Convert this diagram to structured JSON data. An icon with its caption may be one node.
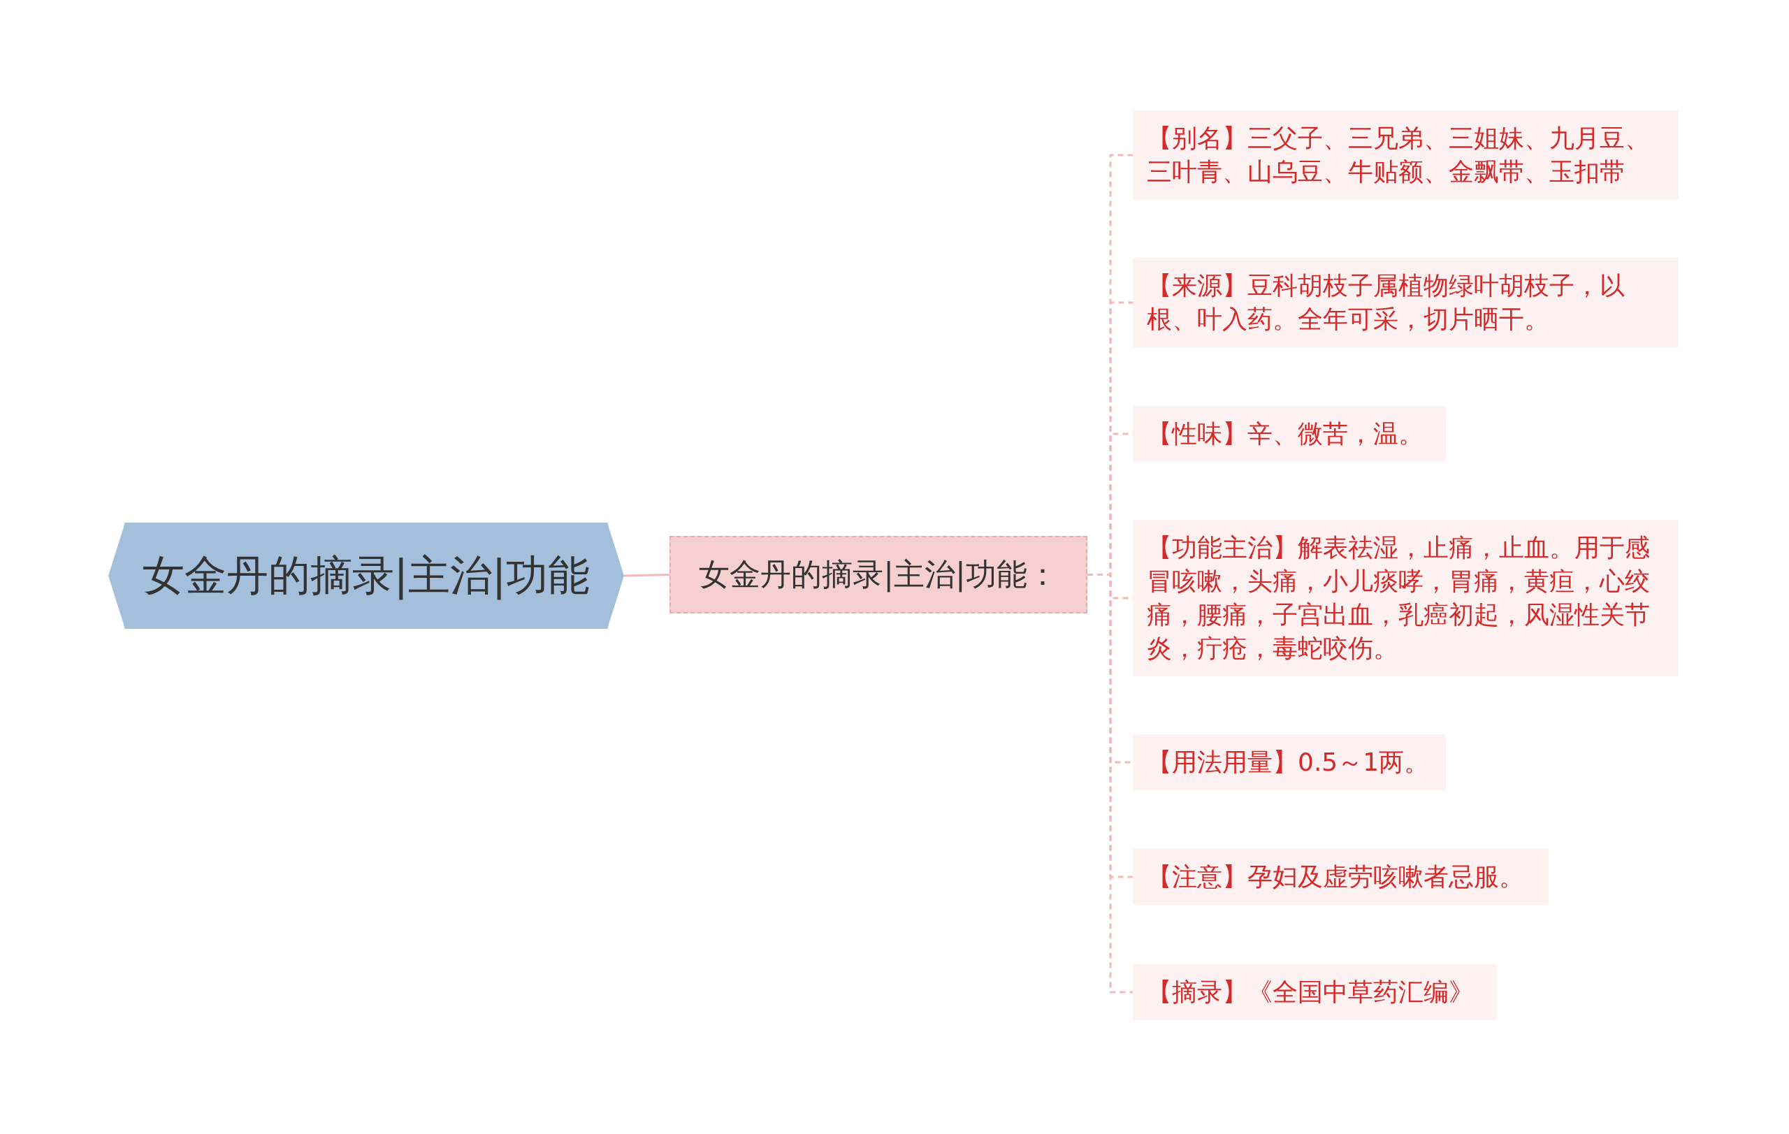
{
  "diagram": {
    "nodes": [
      {
        "text": [
          "女金丹的摘录|主治|功能"
        ]
      },
      {
        "text": [
          "女金丹的摘录|主治|功能："
        ]
      },
      {
        "text": [
          "【别名】三父子、三兄弟、三姐妹、九月豆、三叶青、山乌豆、牛贴额、金飘带、玉扣带"
        ]
      },
      {
        "text": [
          "【来源】豆科胡枝子属植物绿叶胡枝子，以根、叶入药。全年可采，切片晒干。"
        ]
      },
      {
        "text": [
          "【性味】辛、微苦，温。"
        ]
      },
      {
        "text": [
          "【功能主治】解表祛湿，止痛，止血。用于感冒咳嗽，头痛，小儿痰哮，胃痛，黄疸，心绞痛，腰痛，子宫出血，乳癌初起，风湿性关节炎，疔疮，毒蛇咬伤。"
        ]
      },
      {
        "text": [
          "【用法用量】0.5～1两。"
        ]
      },
      {
        "text": [
          "【注意】孕妇及虚劳咳嗽者忌服。"
        ]
      },
      {
        "text": [
          "【摘录】《全国中草药汇编》"
        ]
      }
    ],
    "edges": [
      {
        "from": 0,
        "to": 1,
        "arrow": "none"
      },
      {
        "from": 1,
        "to": 2,
        "arrow": "none",
        "style": "dashed"
      },
      {
        "from": 1,
        "to": 3,
        "arrow": "none",
        "style": "dashed"
      },
      {
        "from": 1,
        "to": 4,
        "arrow": "none",
        "style": "dashed"
      },
      {
        "from": 1,
        "to": 5,
        "arrow": "none",
        "style": "dashed"
      },
      {
        "from": 1,
        "to": 6,
        "arrow": "none",
        "style": "dashed"
      },
      {
        "from": 1,
        "to": 7,
        "arrow": "none",
        "style": "dashed"
      },
      {
        "from": 1,
        "to": 8,
        "arrow": "none",
        "style": "dashed"
      }
    ]
  }
}
